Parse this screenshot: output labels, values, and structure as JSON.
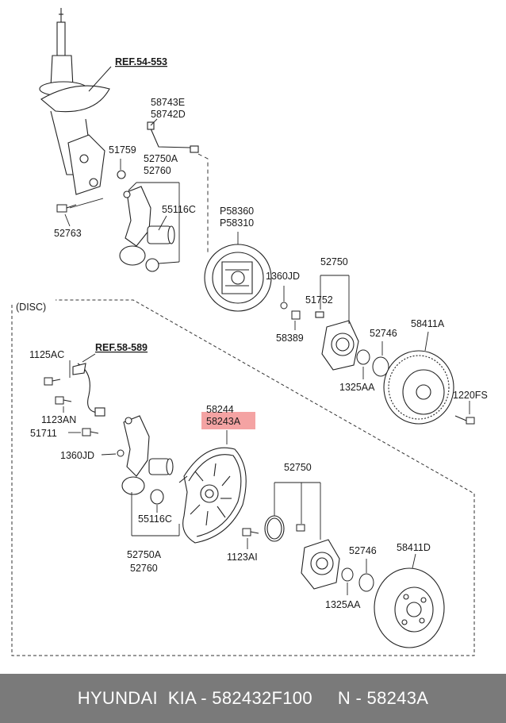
{
  "diagram": {
    "ref_strut": "REF.54-553",
    "ref_sensor": "REF.58-589",
    "disc_section_label": "(DISC)",
    "parts": {
      "p58743E": "58743E",
      "p58742D": "58742D",
      "p51759": "51759",
      "p52750A_top": "52750A",
      "p52760_top": "52760",
      "p55116C_top": "55116C",
      "p52763": "52763",
      "pP58360": "P58360",
      "pP58310": "P58310",
      "p1360JD_top": "1360JD",
      "p58389": "58389",
      "p52750_top": "52750",
      "p51752": "51752",
      "p52746_top": "52746",
      "p58411A": "58411A",
      "p1325AA_top": "1325AA",
      "p1220FS": "1220FS",
      "p1125AC": "1125AC",
      "p1123AN": "1123AN",
      "p51711": "51711",
      "p1360JD_bot": "1360JD",
      "p58244": "58244",
      "p58243A": "58243A",
      "p55116C_bot": "55116C",
      "p52750A_bot": "52750A",
      "p52760_bot": "52760",
      "p52750_bot": "52750",
      "p1123AI": "1123AI",
      "p52746_bot": "52746",
      "p58411D": "58411D",
      "p1325AA_bot": "1325AA"
    },
    "highlight_color": "#f4a3a3"
  },
  "footer": {
    "left": "HYUNDAI  KIA - 582432F100",
    "right": "N - 58243A"
  }
}
